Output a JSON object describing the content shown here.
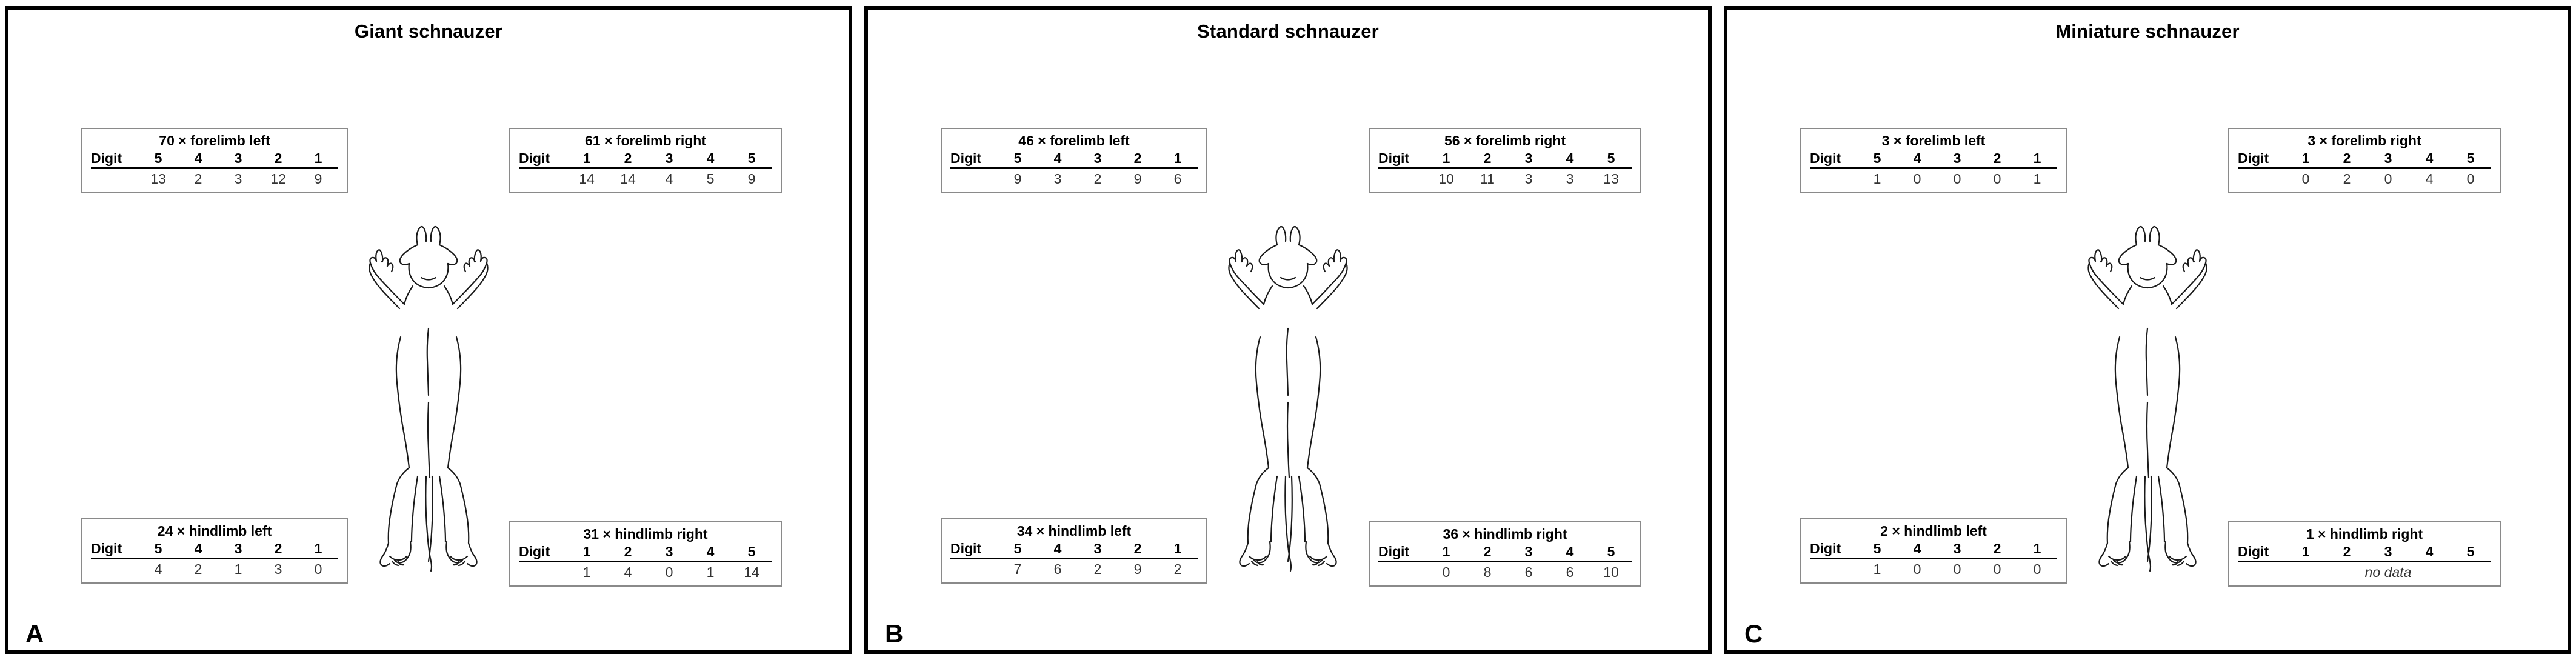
{
  "figure": {
    "panels": [
      {
        "letter": "A",
        "title": "Giant schnauzer",
        "tables": {
          "forelimb_left": {
            "title": "70 × forelimb left",
            "digit_label": "Digit",
            "digits": [
              "5",
              "4",
              "3",
              "2",
              "1"
            ],
            "values": [
              "13",
              "2",
              "3",
              "12",
              "9"
            ]
          },
          "forelimb_right": {
            "title": "61 × forelimb right",
            "digit_label": "Digit",
            "digits": [
              "1",
              "2",
              "3",
              "4",
              "5"
            ],
            "values": [
              "14",
              "14",
              "4",
              "5",
              "9"
            ]
          },
          "hindlimb_left": {
            "title": "24 × hindlimb left",
            "digit_label": "Digit",
            "digits": [
              "5",
              "4",
              "3",
              "2",
              "1"
            ],
            "values": [
              "4",
              "2",
              "1",
              "3",
              "0"
            ]
          },
          "hindlimb_right": {
            "title": "31 × hindlimb right",
            "digit_label": "Digit",
            "digits": [
              "1",
              "2",
              "3",
              "4",
              "5"
            ],
            "values": [
              "1",
              "4",
              "0",
              "1",
              "14"
            ]
          }
        }
      },
      {
        "letter": "B",
        "title": "Standard schnauzer",
        "tables": {
          "forelimb_left": {
            "title": "46 × forelimb left",
            "digit_label": "Digit",
            "digits": [
              "5",
              "4",
              "3",
              "2",
              "1"
            ],
            "values": [
              "9",
              "3",
              "2",
              "9",
              "6"
            ]
          },
          "forelimb_right": {
            "title": "56 × forelimb right",
            "digit_label": "Digit",
            "digits": [
              "1",
              "2",
              "3",
              "4",
              "5"
            ],
            "values": [
              "10",
              "11",
              "3",
              "3",
              "13"
            ]
          },
          "hindlimb_left": {
            "title": "34 × hindlimb left",
            "digit_label": "Digit",
            "digits": [
              "5",
              "4",
              "3",
              "2",
              "1"
            ],
            "values": [
              "7",
              "6",
              "2",
              "9",
              "2"
            ]
          },
          "hindlimb_right": {
            "title": "36 × hindlimb right",
            "digit_label": "Digit",
            "digits": [
              "1",
              "2",
              "3",
              "4",
              "5"
            ],
            "values": [
              "0",
              "8",
              "6",
              "6",
              "10"
            ]
          }
        }
      },
      {
        "letter": "C",
        "title": "Miniature schnauzer",
        "tables": {
          "forelimb_left": {
            "title": "3 × forelimb left",
            "digit_label": "Digit",
            "digits": [
              "5",
              "4",
              "3",
              "2",
              "1"
            ],
            "values": [
              "1",
              "0",
              "0",
              "0",
              "1"
            ]
          },
          "forelimb_right": {
            "title": "3 × forelimb right",
            "digit_label": "Digit",
            "digits": [
              "1",
              "2",
              "3",
              "4",
              "5"
            ],
            "values": [
              "0",
              "2",
              "0",
              "4",
              "0"
            ]
          },
          "hindlimb_left": {
            "title": "2 × hindlimb left",
            "digit_label": "Digit",
            "digits": [
              "5",
              "4",
              "3",
              "2",
              "1"
            ],
            "values": [
              "1",
              "0",
              "0",
              "0",
              "0"
            ]
          },
          "hindlimb_right": {
            "title": "1 × hindlimb right",
            "digit_label": "Digit",
            "digits": [
              "1",
              "2",
              "3",
              "4",
              "5"
            ],
            "values": [],
            "empty_text": "no data"
          }
        }
      }
    ],
    "colors": {
      "panel_border": "#000000",
      "table_border": "#8a8a8a",
      "rule": "#000000",
      "diagram_stroke": "#1a1a1a",
      "background": "#ffffff"
    },
    "diagram": {
      "icon": "dog-ventral-outline",
      "description": "dog body outline, ventral view"
    }
  }
}
